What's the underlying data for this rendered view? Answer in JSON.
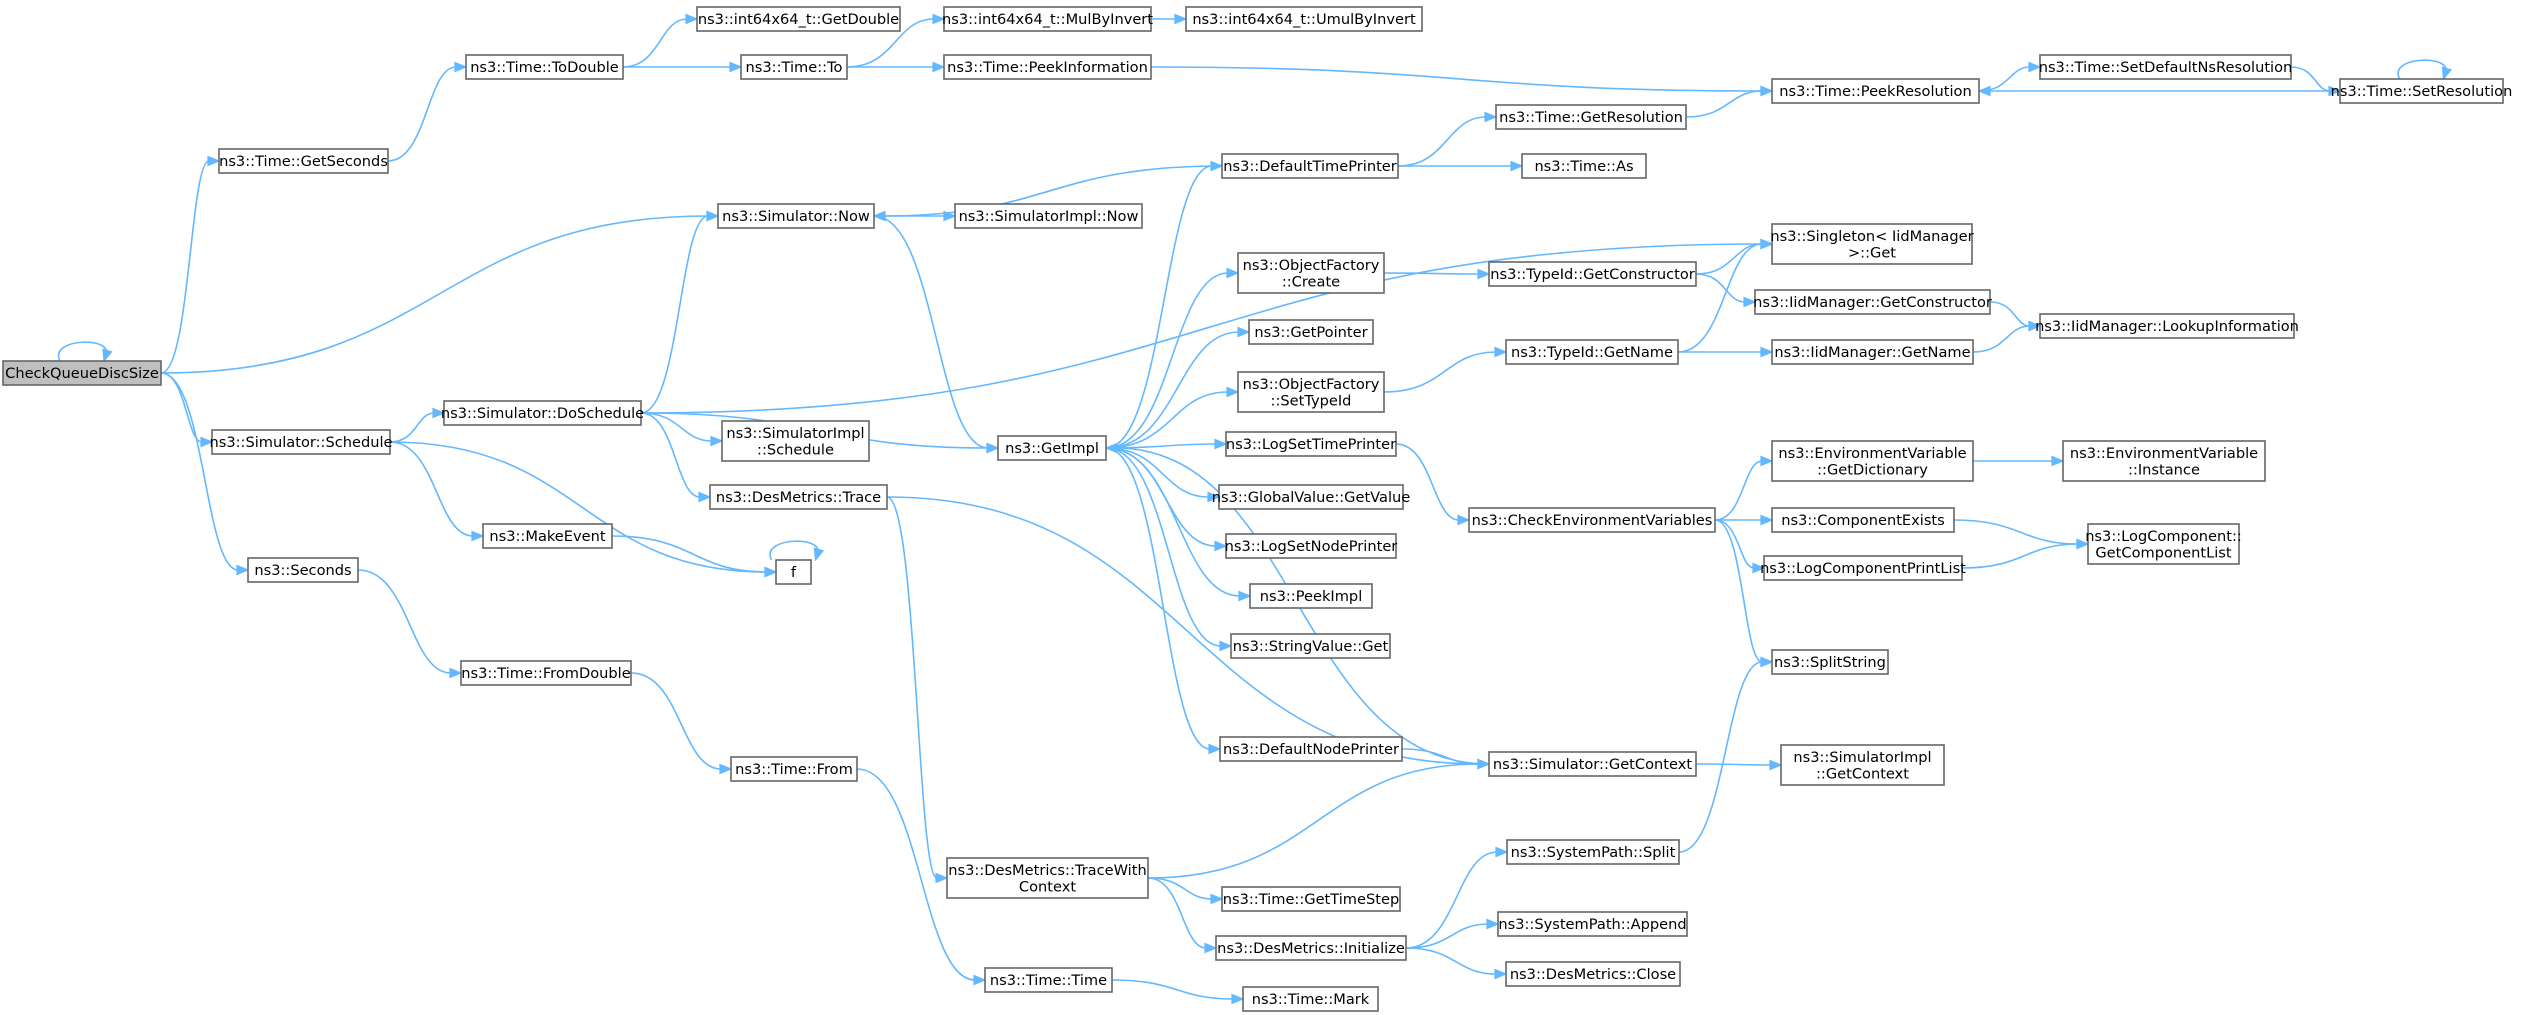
{
  "graph": {
    "title": "",
    "colors": {
      "edge": "#63b8ff",
      "node_border": "#666666",
      "root_fill": "#bfbfbf",
      "node_fill": "#ffffff"
    },
    "nodes": [
      {
        "id": "check",
        "lines": [
          "CheckQueueDiscSize"
        ],
        "root": true
      },
      {
        "id": "getseconds",
        "lines": [
          "ns3::Time::GetSeconds"
        ]
      },
      {
        "id": "todouble",
        "lines": [
          "ns3::Time::ToDouble"
        ]
      },
      {
        "id": "i64getdouble",
        "lines": [
          "ns3::int64x64_t::GetDouble"
        ]
      },
      {
        "id": "timeto",
        "lines": [
          "ns3::Time::To"
        ]
      },
      {
        "id": "mulbyinvert",
        "lines": [
          "ns3::int64x64_t::MulByInvert"
        ]
      },
      {
        "id": "umulbyinvert",
        "lines": [
          "ns3::int64x64_t::UmulByInvert"
        ]
      },
      {
        "id": "peekinfo",
        "lines": [
          "ns3::Time::PeekInformation"
        ]
      },
      {
        "id": "peekres",
        "lines": [
          "ns3::Time::PeekResolution"
        ]
      },
      {
        "id": "setdefres",
        "lines": [
          "ns3::Time::SetDefaultNsResolution"
        ]
      },
      {
        "id": "setres",
        "lines": [
          "ns3::Time::SetResolution"
        ]
      },
      {
        "id": "getres",
        "lines": [
          "ns3::Time::GetResolution"
        ]
      },
      {
        "id": "deftimeprinter",
        "lines": [
          "ns3::DefaultTimePrinter"
        ]
      },
      {
        "id": "timeas",
        "lines": [
          "ns3::Time::As"
        ]
      },
      {
        "id": "simnow",
        "lines": [
          "ns3::Simulator::Now"
        ]
      },
      {
        "id": "simimplnow",
        "lines": [
          "ns3::SimulatorImpl::Now"
        ]
      },
      {
        "id": "singleton",
        "lines": [
          "ns3::Singleton< IidManager",
          " >::Get"
        ]
      },
      {
        "id": "objfcreate",
        "lines": [
          "ns3::ObjectFactory",
          "::Create"
        ]
      },
      {
        "id": "tidgetctor",
        "lines": [
          "ns3::TypeId::GetConstructor"
        ]
      },
      {
        "id": "iidgetctor",
        "lines": [
          "ns3::IidManager::GetConstructor"
        ]
      },
      {
        "id": "iidlookup",
        "lines": [
          "ns3::IidManager::LookupInformation"
        ]
      },
      {
        "id": "getpointer",
        "lines": [
          "ns3::GetPointer"
        ]
      },
      {
        "id": "tidgetname",
        "lines": [
          "ns3::TypeId::GetName"
        ]
      },
      {
        "id": "iidgetname",
        "lines": [
          "ns3::IidManager::GetName"
        ]
      },
      {
        "id": "objfsettid",
        "lines": [
          "ns3::ObjectFactory",
          "::SetTypeId"
        ]
      },
      {
        "id": "simschedule",
        "lines": [
          "ns3::Simulator::Schedule"
        ]
      },
      {
        "id": "simdoschedule",
        "lines": [
          "ns3::Simulator::DoSchedule"
        ]
      },
      {
        "id": "simimplschedule",
        "lines": [
          "ns3::SimulatorImpl",
          "::Schedule"
        ]
      },
      {
        "id": "getimpl",
        "lines": [
          "ns3::GetImpl"
        ]
      },
      {
        "id": "logsettimeprinter",
        "lines": [
          "ns3::LogSetTimePrinter"
        ]
      },
      {
        "id": "envgetdict",
        "lines": [
          "ns3::EnvironmentVariable",
          "::GetDictionary"
        ]
      },
      {
        "id": "envinstance",
        "lines": [
          "ns3::EnvironmentVariable",
          "::Instance"
        ]
      },
      {
        "id": "desmtrace",
        "lines": [
          "ns3::DesMetrics::Trace"
        ]
      },
      {
        "id": "gvgetvalue",
        "lines": [
          "ns3::GlobalValue::GetValue"
        ]
      },
      {
        "id": "checkenv",
        "lines": [
          "ns3::CheckEnvironmentVariables"
        ]
      },
      {
        "id": "compexists",
        "lines": [
          "ns3::ComponentExists"
        ]
      },
      {
        "id": "makeevent",
        "lines": [
          "ns3::MakeEvent"
        ]
      },
      {
        "id": "logsetnodeprinter",
        "lines": [
          "ns3::LogSetNodePrinter"
        ]
      },
      {
        "id": "logcompprint",
        "lines": [
          "ns3::LogComponentPrintList"
        ]
      },
      {
        "id": "logcompget",
        "lines": [
          "ns3::LogComponent::",
          "GetComponentList"
        ]
      },
      {
        "id": "f",
        "lines": [
          "f"
        ]
      },
      {
        "id": "seconds",
        "lines": [
          "ns3::Seconds"
        ]
      },
      {
        "id": "peekimpl",
        "lines": [
          "ns3::PeekImpl"
        ]
      },
      {
        "id": "strvalget",
        "lines": [
          "ns3::StringValue::Get"
        ]
      },
      {
        "id": "splitstring",
        "lines": [
          "ns3::SplitString"
        ]
      },
      {
        "id": "fromdouble",
        "lines": [
          "ns3::Time::FromDouble"
        ]
      },
      {
        "id": "defnodeprinter",
        "lines": [
          "ns3::DefaultNodePrinter"
        ]
      },
      {
        "id": "simgetctx",
        "lines": [
          "ns3::Simulator::GetContext"
        ]
      },
      {
        "id": "simimplgetctx",
        "lines": [
          "ns3::SimulatorImpl",
          "::GetContext"
        ]
      },
      {
        "id": "timefrom",
        "lines": [
          "ns3::Time::From"
        ]
      },
      {
        "id": "syspathsplit",
        "lines": [
          "ns3::SystemPath::Split"
        ]
      },
      {
        "id": "desmtracectx",
        "lines": [
          "ns3::DesMetrics::TraceWith",
          "Context"
        ]
      },
      {
        "id": "gettimestep",
        "lines": [
          "ns3::Time::GetTimeStep"
        ]
      },
      {
        "id": "syspathappend",
        "lines": [
          "ns3::SystemPath::Append"
        ]
      },
      {
        "id": "desminit",
        "lines": [
          "ns3::DesMetrics::Initialize"
        ]
      },
      {
        "id": "desmclose",
        "lines": [
          "ns3::DesMetrics::Close"
        ]
      },
      {
        "id": "timetime",
        "lines": [
          "ns3::Time::Time"
        ]
      },
      {
        "id": "timemark",
        "lines": [
          "ns3::Time::Mark"
        ]
      }
    ],
    "edges": [
      [
        "check",
        "check"
      ],
      [
        "check",
        "getseconds"
      ],
      [
        "check",
        "simnow"
      ],
      [
        "check",
        "simschedule"
      ],
      [
        "check",
        "seconds"
      ],
      [
        "getseconds",
        "todouble"
      ],
      [
        "todouble",
        "i64getdouble"
      ],
      [
        "todouble",
        "timeto"
      ],
      [
        "timeto",
        "mulbyinvert"
      ],
      [
        "timeto",
        "peekinfo"
      ],
      [
        "mulbyinvert",
        "umulbyinvert"
      ],
      [
        "peekinfo",
        "peekres"
      ],
      [
        "peekres",
        "setdefres"
      ],
      [
        "setdefres",
        "setres"
      ],
      [
        "setres",
        "peekres"
      ],
      [
        "setres",
        "setres"
      ],
      [
        "getres",
        "peekres"
      ],
      [
        "deftimeprinter",
        "getres"
      ],
      [
        "deftimeprinter",
        "timeas"
      ],
      [
        "deftimeprinter",
        "simnow"
      ],
      [
        "simnow",
        "simimplnow"
      ],
      [
        "simnow",
        "getimpl"
      ],
      [
        "simschedule",
        "simdoschedule"
      ],
      [
        "simschedule",
        "makeevent"
      ],
      [
        "simschedule",
        "f"
      ],
      [
        "simdoschedule",
        "simnow"
      ],
      [
        "simdoschedule",
        "singleton"
      ],
      [
        "simdoschedule",
        "getimpl"
      ],
      [
        "simdoschedule",
        "simimplschedule"
      ],
      [
        "simdoschedule",
        "desmtrace"
      ],
      [
        "getimpl",
        "deftimeprinter"
      ],
      [
        "getimpl",
        "objfcreate"
      ],
      [
        "getimpl",
        "getpointer"
      ],
      [
        "getimpl",
        "objfsettid"
      ],
      [
        "getimpl",
        "logsettimeprinter"
      ],
      [
        "getimpl",
        "gvgetvalue"
      ],
      [
        "getimpl",
        "logsetnodeprinter"
      ],
      [
        "getimpl",
        "peekimpl"
      ],
      [
        "getimpl",
        "strvalget"
      ],
      [
        "getimpl",
        "defnodeprinter"
      ],
      [
        "objfcreate",
        "tidgetctor"
      ],
      [
        "tidgetctor",
        "singleton"
      ],
      [
        "tidgetctor",
        "iidgetctor"
      ],
      [
        "iidgetctor",
        "iidlookup"
      ],
      [
        "objfsettid",
        "tidgetname"
      ],
      [
        "tidgetname",
        "singleton"
      ],
      [
        "tidgetname",
        "iidgetname"
      ],
      [
        "iidgetname",
        "iidlookup"
      ],
      [
        "logsettimeprinter",
        "checkenv"
      ],
      [
        "checkenv",
        "envgetdict"
      ],
      [
        "checkenv",
        "compexists"
      ],
      [
        "checkenv",
        "logcompprint"
      ],
      [
        "checkenv",
        "splitstring"
      ],
      [
        "envgetdict",
        "envinstance"
      ],
      [
        "compexists",
        "logcompget"
      ],
      [
        "logcompprint",
        "logcompget"
      ],
      [
        "desmtrace",
        "desmtracectx"
      ],
      [
        "desmtrace",
        "simgetctx"
      ],
      [
        "makeevent",
        "f"
      ],
      [
        "f",
        "f"
      ],
      [
        "seconds",
        "fromdouble"
      ],
      [
        "fromdouble",
        "timefrom"
      ],
      [
        "timefrom",
        "timetime"
      ],
      [
        "defnodeprinter",
        "simgetctx"
      ],
      [
        "simgetctx",
        "getimpl"
      ],
      [
        "simgetctx",
        "simimplgetctx"
      ],
      [
        "desmtracectx",
        "simgetctx"
      ],
      [
        "desmtracectx",
        "gettimestep"
      ],
      [
        "desmtracectx",
        "desminit"
      ],
      [
        "desminit",
        "syspathsplit"
      ],
      [
        "desminit",
        "syspathappend"
      ],
      [
        "desminit",
        "desmclose"
      ],
      [
        "syspathsplit",
        "splitstring"
      ],
      [
        "timetime",
        "timemark"
      ]
    ]
  }
}
